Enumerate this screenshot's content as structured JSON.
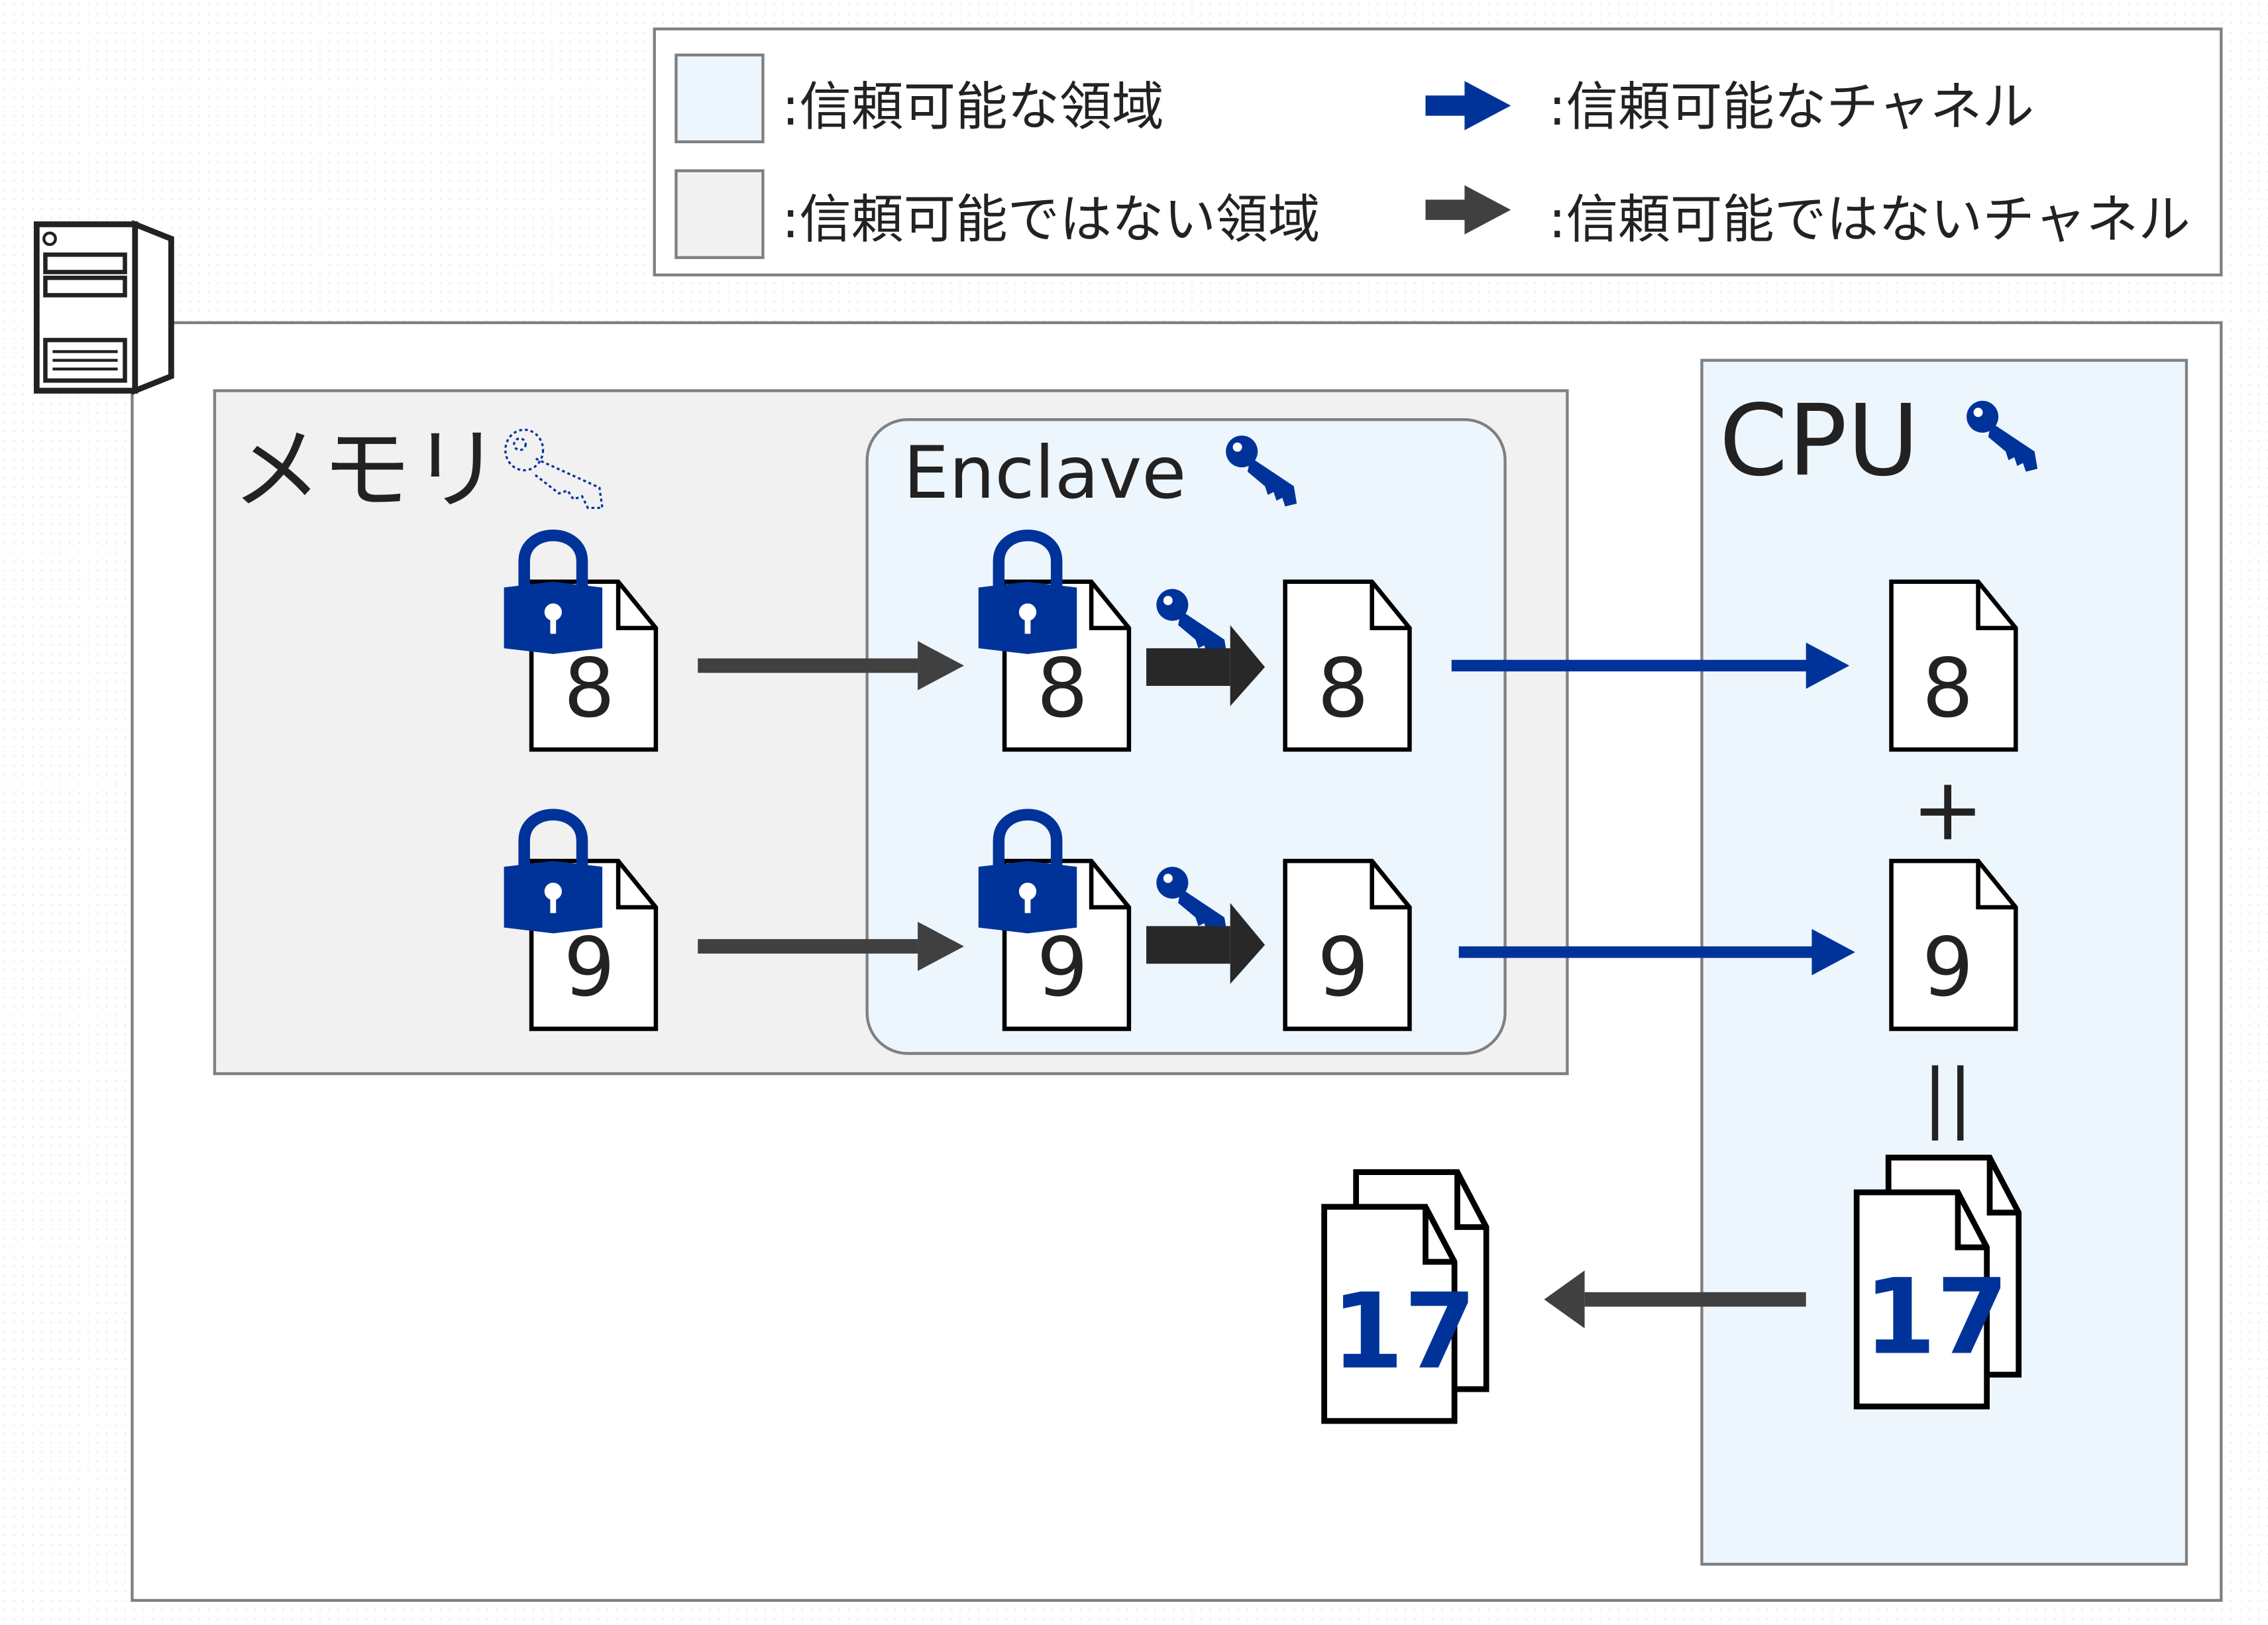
{
  "legend": {
    "trusted_area": ":信頼可能な領域",
    "untrusted_area": ":信頼可能ではない領域",
    "trusted_channel": ":信頼可能なチャネル",
    "untrusted_channel": ":信頼可能ではないチャネル"
  },
  "regions": {
    "memory": "メモリ",
    "enclave": "Enclave",
    "cpu": "CPU"
  },
  "values": {
    "a": "8",
    "b": "9",
    "plus": "+",
    "equals": "||",
    "result": "17"
  },
  "colors": {
    "trusted_fill": "#eef6fd",
    "untrusted_fill": "#f1f1f1",
    "accent_blue": "#003399",
    "dark_arrow": "#404040",
    "border_gray": "#808080"
  }
}
